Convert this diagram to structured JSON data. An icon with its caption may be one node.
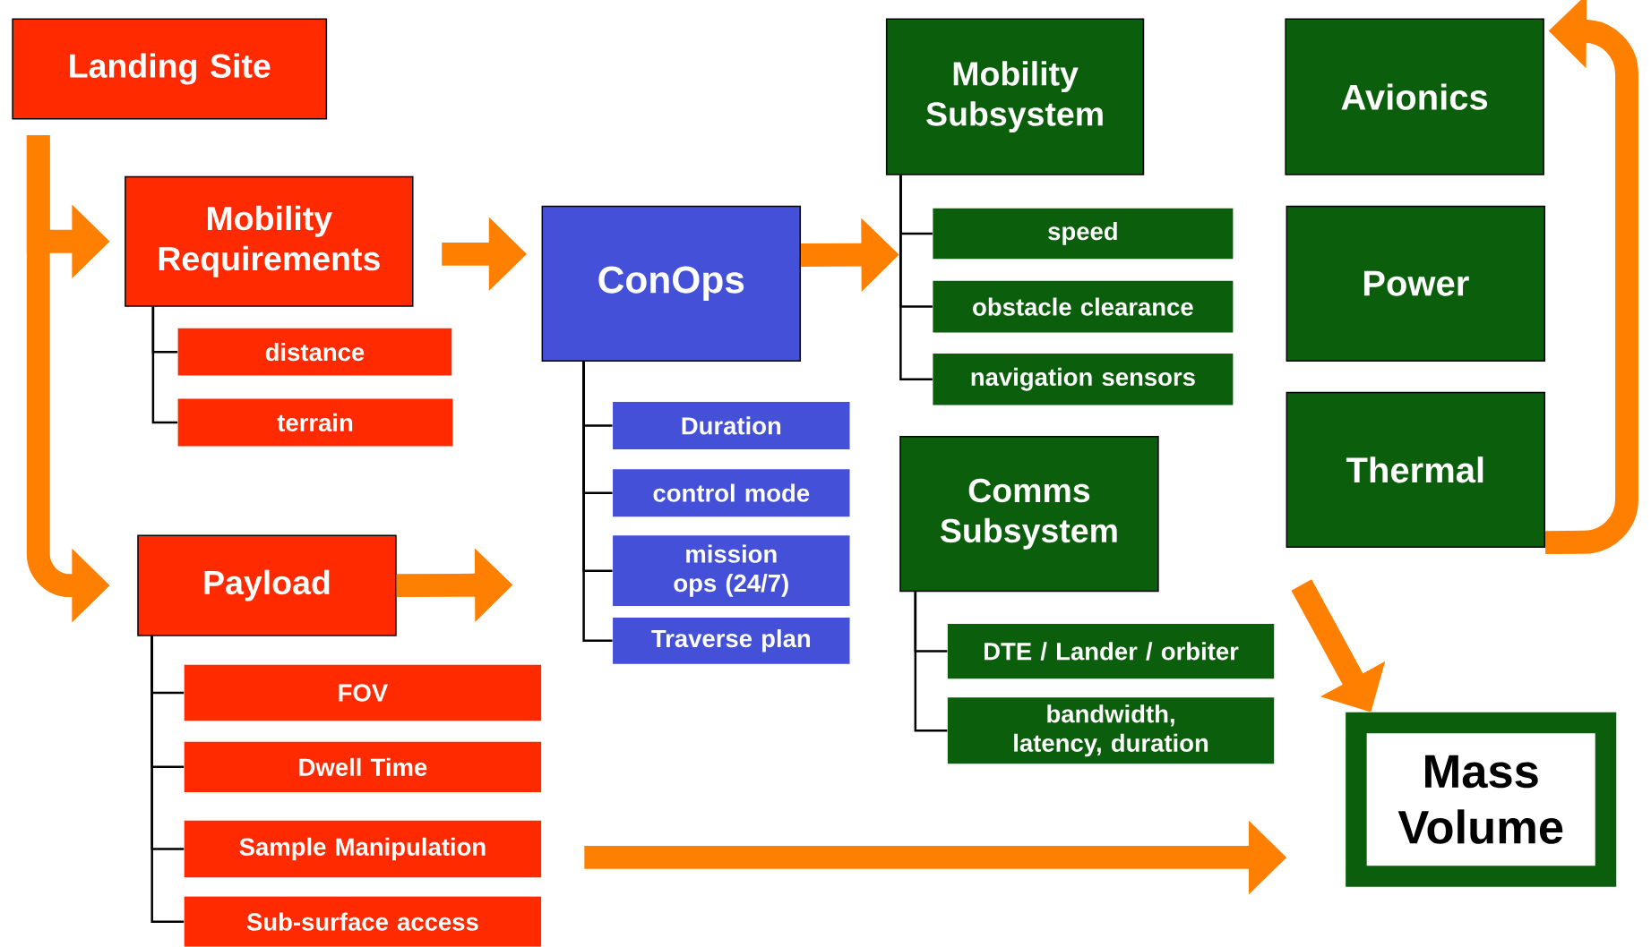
{
  "diagram": {
    "nodes": [
      {
        "text": [
          "Landing Site"
        ]
      },
      {
        "text": [
          "Mobility Requirements"
        ]
      },
      {
        "text": [
          "distance"
        ]
      },
      {
        "text": [
          "terrain"
        ]
      },
      {
        "text": [
          "Payload"
        ]
      },
      {
        "text": [
          "FOV"
        ]
      },
      {
        "text": [
          "Dwell Time"
        ]
      },
      {
        "text": [
          "Sample Manipulation"
        ]
      },
      {
        "text": [
          "Sub-surface access"
        ]
      },
      {
        "text": [
          "ConOps"
        ]
      },
      {
        "text": [
          "Duration"
        ]
      },
      {
        "text": [
          "control mode"
        ]
      },
      {
        "text": [
          "mission ops (24/7)"
        ]
      },
      {
        "text": [
          "Traverse plan"
        ]
      },
      {
        "text": [
          "Mobility Subsystem"
        ]
      },
      {
        "text": [
          "speed"
        ]
      },
      {
        "text": [
          "obstacle clearance"
        ]
      },
      {
        "text": [
          "navigation sensors"
        ]
      },
      {
        "text": [
          "Comms Subsystem"
        ]
      },
      {
        "text": [
          "DTE / Lander / orbiter"
        ]
      },
      {
        "text": [
          "bandwidth, latency, duration"
        ]
      },
      {
        "text": [
          "Avionics"
        ]
      },
      {
        "text": [
          "Power"
        ]
      },
      {
        "text": [
          "Thermal"
        ]
      },
      {
        "text": [
          "Mass Volume"
        ]
      }
    ],
    "edges": [
      {
        "from": 1,
        "to": 2,
        "arrow": "none"
      },
      {
        "from": 1,
        "to": 3,
        "arrow": "none"
      },
      {
        "from": 4,
        "to": 5,
        "arrow": "none"
      },
      {
        "from": 4,
        "to": 6,
        "arrow": "none"
      },
      {
        "from": 4,
        "to": 7,
        "arrow": "none"
      },
      {
        "from": 4,
        "to": 8,
        "arrow": "none"
      },
      {
        "from": 9,
        "to": 10,
        "arrow": "none"
      },
      {
        "from": 9,
        "to": 11,
        "arrow": "none"
      },
      {
        "from": 9,
        "to": 12,
        "arrow": "none"
      },
      {
        "from": 9,
        "to": 13,
        "arrow": "none"
      },
      {
        "from": 14,
        "to": 15,
        "arrow": "none"
      },
      {
        "from": 14,
        "to": 16,
        "arrow": "none"
      },
      {
        "from": 14,
        "to": 17,
        "arrow": "none"
      },
      {
        "from": 18,
        "to": 19,
        "arrow": "none"
      },
      {
        "from": 18,
        "to": 20,
        "arrow": "none"
      },
      {
        "from": 0,
        "to": 1,
        "arrow": "to",
        "style": "thick",
        "color": "#ff7f00"
      },
      {
        "from": 0,
        "to": 4,
        "arrow": "to",
        "style": "thick",
        "color": "#ff7f00"
      },
      {
        "from": 1,
        "to": 9,
        "arrow": "to",
        "style": "thick",
        "color": "#ff7f00"
      },
      {
        "from": 4,
        "to": null,
        "arrow": "to",
        "style": "thick",
        "color": "#ff7f00"
      },
      {
        "from": 9,
        "to": null,
        "arrow": "to",
        "style": "thick",
        "color": "#ff7f00"
      },
      {
        "from": 23,
        "to": 21,
        "arrow": "to",
        "style": "thick",
        "color": "#ff7f00"
      },
      {
        "from": null,
        "to": 24,
        "arrow": "to",
        "style": "thick",
        "color": "#ff7f00"
      },
      {
        "from": null,
        "to": 24,
        "arrow": "to",
        "style": "thick",
        "color": "#ff7f00"
      }
    ]
  }
}
